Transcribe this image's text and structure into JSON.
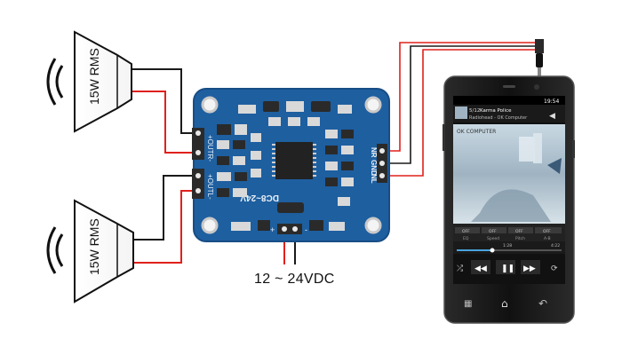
{
  "speakers": [
    {
      "label": "15W RMS"
    },
    {
      "label": "15W RMS"
    }
  ],
  "board": {
    "chip_label": "DC8~24V",
    "pins_right": [
      "NR",
      "GND",
      "NL"
    ],
    "pins_left": [
      "+OUTR-",
      "+OUTL-"
    ],
    "power_pins": [
      "+",
      "-"
    ],
    "color": "#1e5fa0"
  },
  "power_supply": {
    "label": "12 ~ 24VDC"
  },
  "phone": {
    "status_time": "19:54",
    "track_index": "5/12",
    "track_title": "Karma Police",
    "track_artist": "Radiohead - OK Computer",
    "album_title": "OK COMPUTER",
    "eq_buttons": [
      "OFF",
      "OFF",
      "OFF",
      "OFF"
    ],
    "eq_labels": [
      "EQ",
      "Speed",
      "Pitch",
      "A-B"
    ],
    "time_elapsed": "1:28",
    "time_total": "4:22"
  },
  "colors": {
    "wire_red": "#e0201c",
    "wire_black": "#1a1a1a",
    "board_blue": "#1e5fa0"
  }
}
